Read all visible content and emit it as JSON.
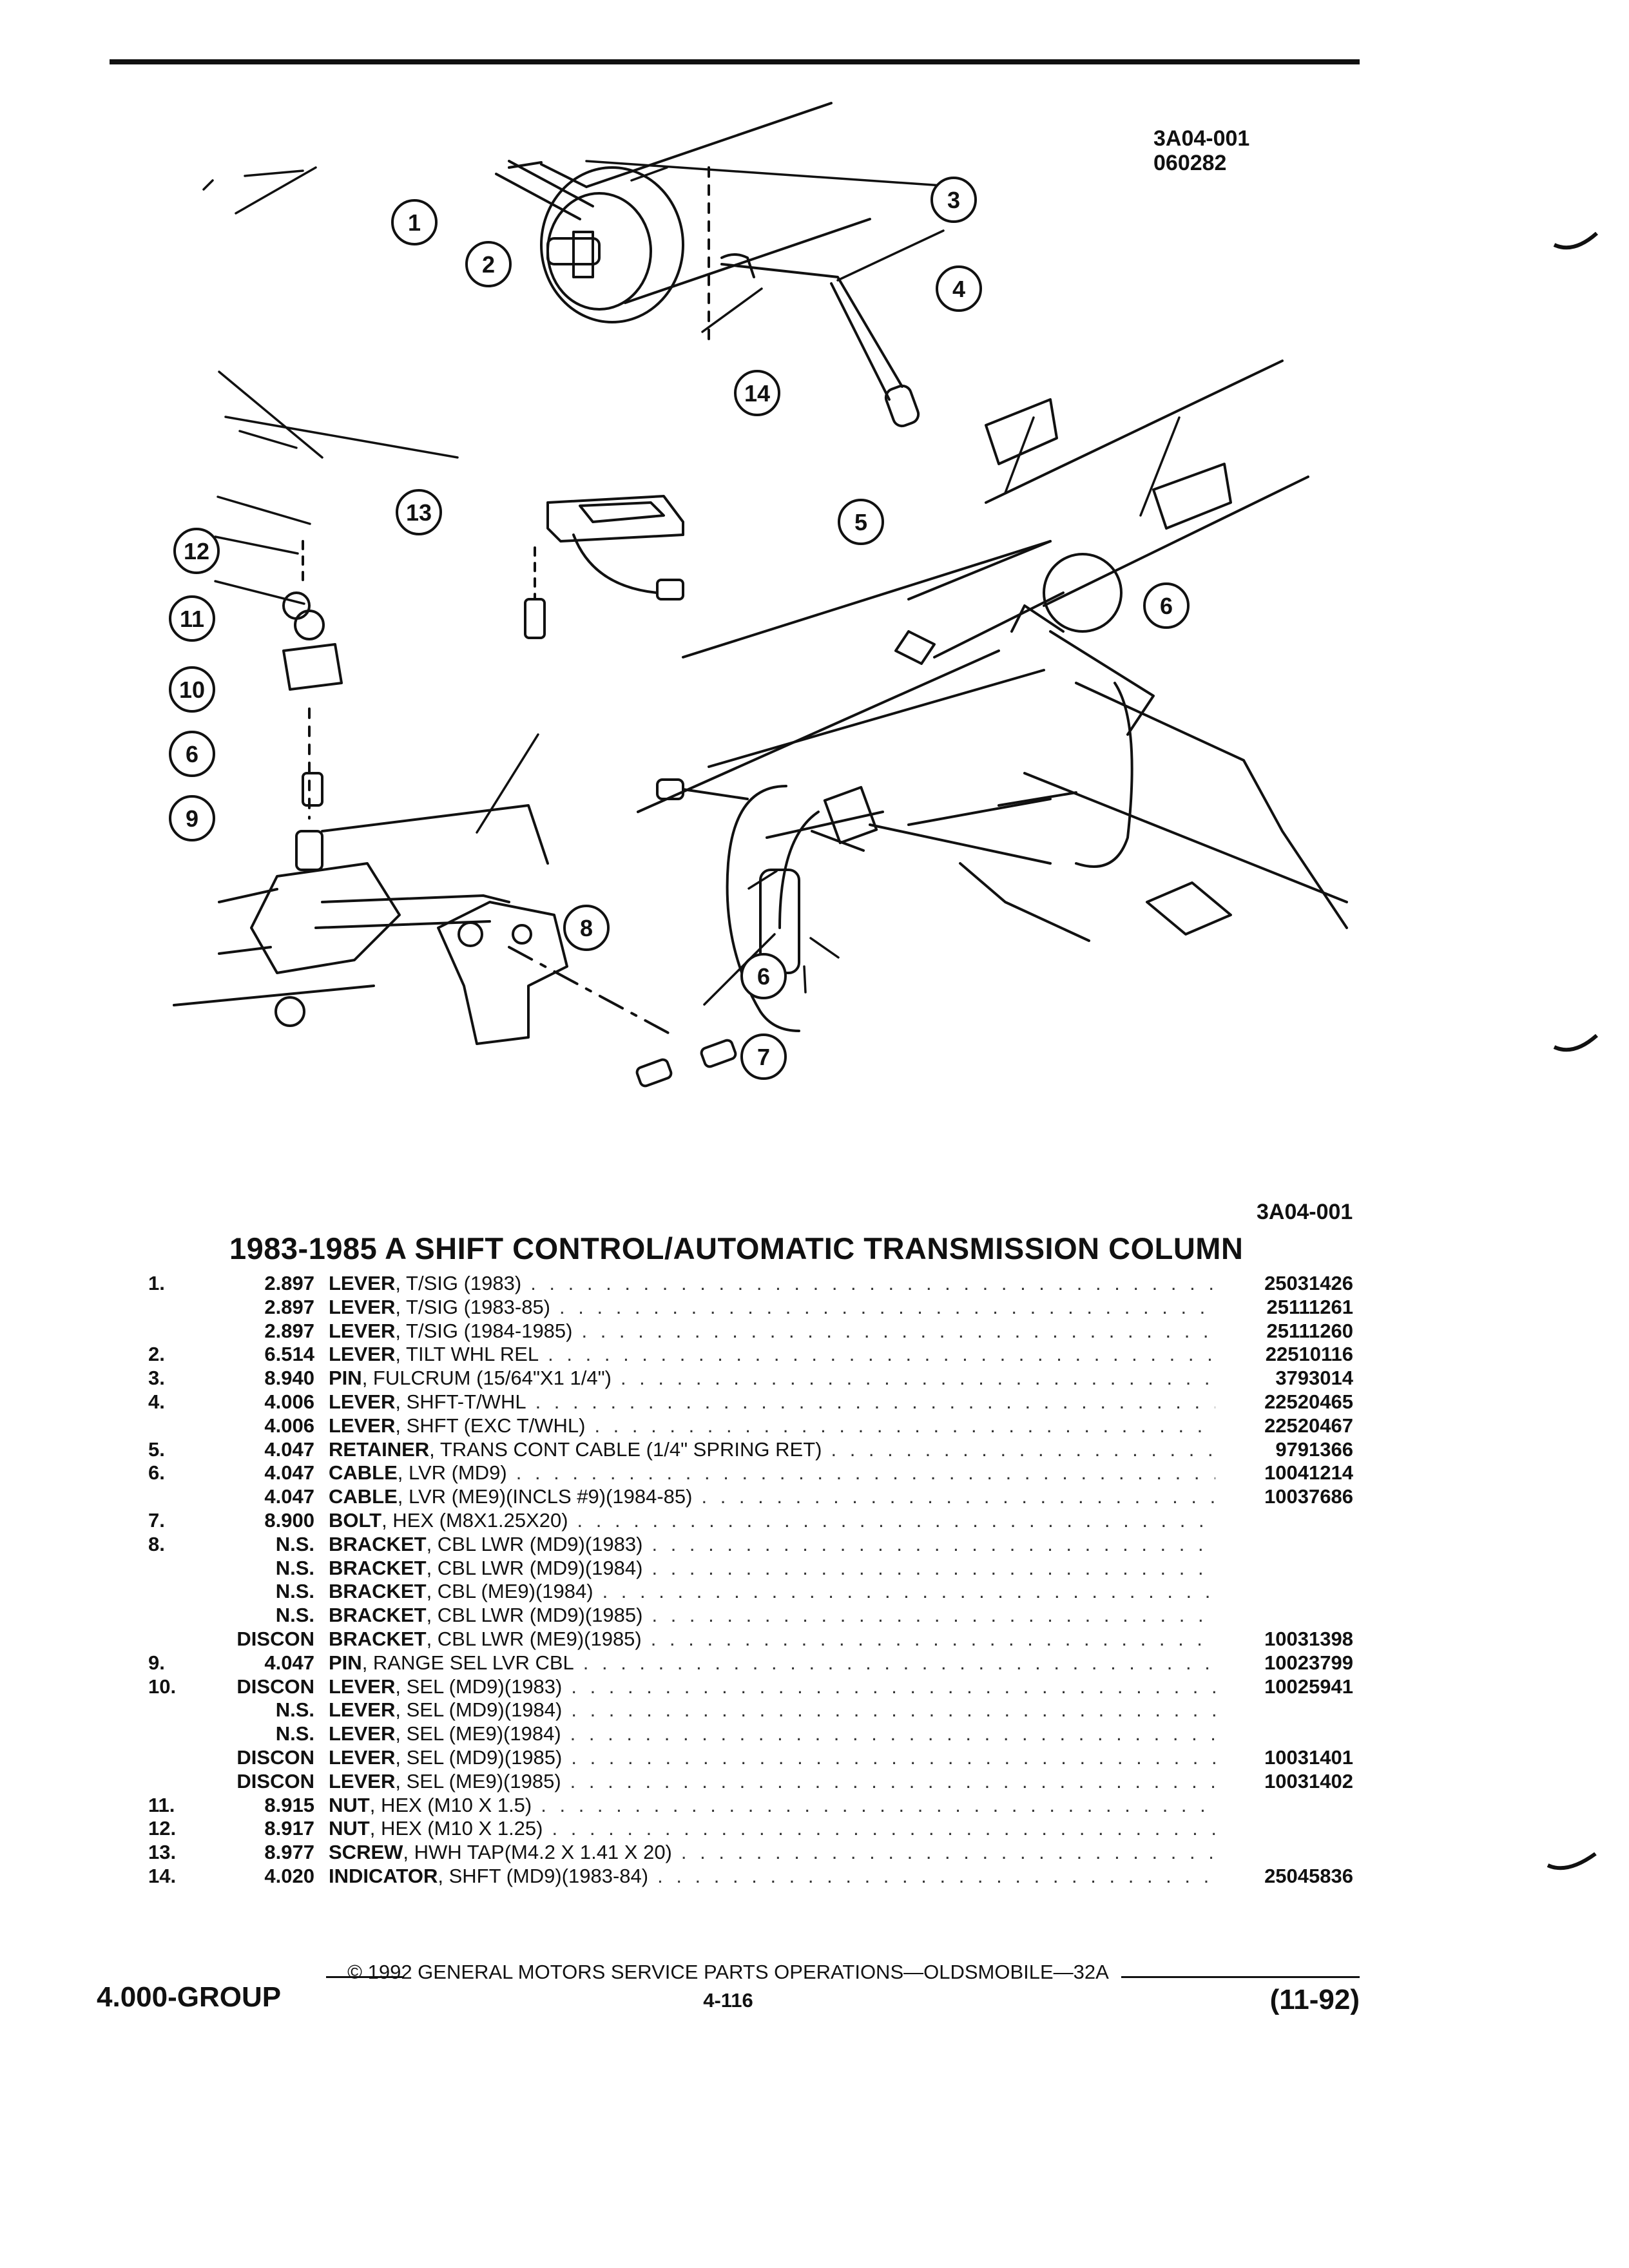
{
  "figure_code_top": "3A04-001",
  "figure_date": "060282",
  "figure_code_bottom": "3A04-001",
  "callouts": [
    "1",
    "2",
    "3",
    "4",
    "5",
    "6",
    "7",
    "8",
    "9",
    "10",
    "11",
    "12",
    "13",
    "14"
  ],
  "title": "1983-1985 A SHIFT CONTROL/AUTOMATIC TRANSMISSION COLUMN",
  "parts": [
    {
      "item": "1.",
      "code": "2.897",
      "name": "LEVER",
      "desc": ", T/SIG (1983)",
      "part": "25031426"
    },
    {
      "item": "",
      "code": "2.897",
      "name": "LEVER",
      "desc": ", T/SIG (1983-85)",
      "part": "25111261"
    },
    {
      "item": "",
      "code": "2.897",
      "name": "LEVER",
      "desc": ", T/SIG (1984-1985)",
      "part": "25111260"
    },
    {
      "item": "2.",
      "code": "6.514",
      "name": "LEVER",
      "desc": ", TILT WHL REL",
      "part": "22510116"
    },
    {
      "item": "3.",
      "code": "8.940",
      "name": "PIN",
      "desc": ", FULCRUM (15/64\"X1 1/4\")",
      "part": "3793014"
    },
    {
      "item": "4.",
      "code": "4.006",
      "name": "LEVER",
      "desc": ", SHFT-T/WHL",
      "part": "22520465"
    },
    {
      "item": "",
      "code": "4.006",
      "name": "LEVER",
      "desc": ", SHFT (EXC T/WHL)",
      "part": "22520467"
    },
    {
      "item": "5.",
      "code": "4.047",
      "name": "RETAINER",
      "desc": ", TRANS CONT CABLE (1/4\" SPRING RET)",
      "part": "9791366"
    },
    {
      "item": "6.",
      "code": "4.047",
      "name": "CABLE",
      "desc": ", LVR (MD9)",
      "part": "10041214"
    },
    {
      "item": "",
      "code": "4.047",
      "name": "CABLE",
      "desc": ", LVR (ME9)(INCLS #9)(1984-85)",
      "part": "10037686"
    },
    {
      "item": "7.",
      "code": "8.900",
      "name": "BOLT",
      "desc": ", HEX (M8X1.25X20)",
      "part": ""
    },
    {
      "item": "8.",
      "code": "N.S.",
      "name": "BRACKET",
      "desc": ", CBL LWR (MD9)(1983)",
      "part": ""
    },
    {
      "item": "",
      "code": "N.S.",
      "name": "BRACKET",
      "desc": ", CBL LWR (MD9)(1984)",
      "part": ""
    },
    {
      "item": "",
      "code": "N.S.",
      "name": "BRACKET",
      "desc": ", CBL (ME9)(1984)",
      "part": ""
    },
    {
      "item": "",
      "code": "N.S.",
      "name": "BRACKET",
      "desc": ", CBL LWR (MD9)(1985)",
      "part": ""
    },
    {
      "item": "",
      "code": "DISCON",
      "name": "BRACKET",
      "desc": ", CBL LWR (ME9)(1985)",
      "part": "10031398"
    },
    {
      "item": "9.",
      "code": "4.047",
      "name": "PIN",
      "desc": ", RANGE SEL LVR CBL",
      "part": "10023799"
    },
    {
      "item": "10.",
      "code": "DISCON",
      "name": "LEVER",
      "desc": ", SEL (MD9)(1983)",
      "part": "10025941"
    },
    {
      "item": "",
      "code": "N.S.",
      "name": "LEVER",
      "desc": ", SEL (MD9)(1984)",
      "part": ""
    },
    {
      "item": "",
      "code": "N.S.",
      "name": "LEVER",
      "desc": ", SEL (ME9)(1984)",
      "part": ""
    },
    {
      "item": "",
      "code": "DISCON",
      "name": "LEVER",
      "desc": ", SEL (MD9)(1985)",
      "part": "10031401"
    },
    {
      "item": "",
      "code": "DISCON",
      "name": "LEVER",
      "desc": ", SEL (ME9)(1985)",
      "part": "10031402"
    },
    {
      "item": "11.",
      "code": "8.915",
      "name": "NUT",
      "desc": ", HEX (M10 X 1.5)",
      "part": ""
    },
    {
      "item": "12.",
      "code": "8.917",
      "name": "NUT",
      "desc": ", HEX (M10 X 1.25)",
      "part": ""
    },
    {
      "item": "13.",
      "code": "8.977",
      "name": "SCREW",
      "desc": ", HWH TAP(M4.2 X 1.41 X 20)",
      "part": ""
    },
    {
      "item": "14.",
      "code": "4.020",
      "name": "INDICATOR",
      "desc": ", SHFT (MD9)(1983-84)",
      "part": "25045836"
    }
  ],
  "footer": {
    "copyright": "© 1992 GENERAL MOTORS SERVICE PARTS OPERATIONS—OLDSMOBILE—32A",
    "group": "4.000-GROUP",
    "page": "4-116",
    "date": "(11-92)"
  }
}
